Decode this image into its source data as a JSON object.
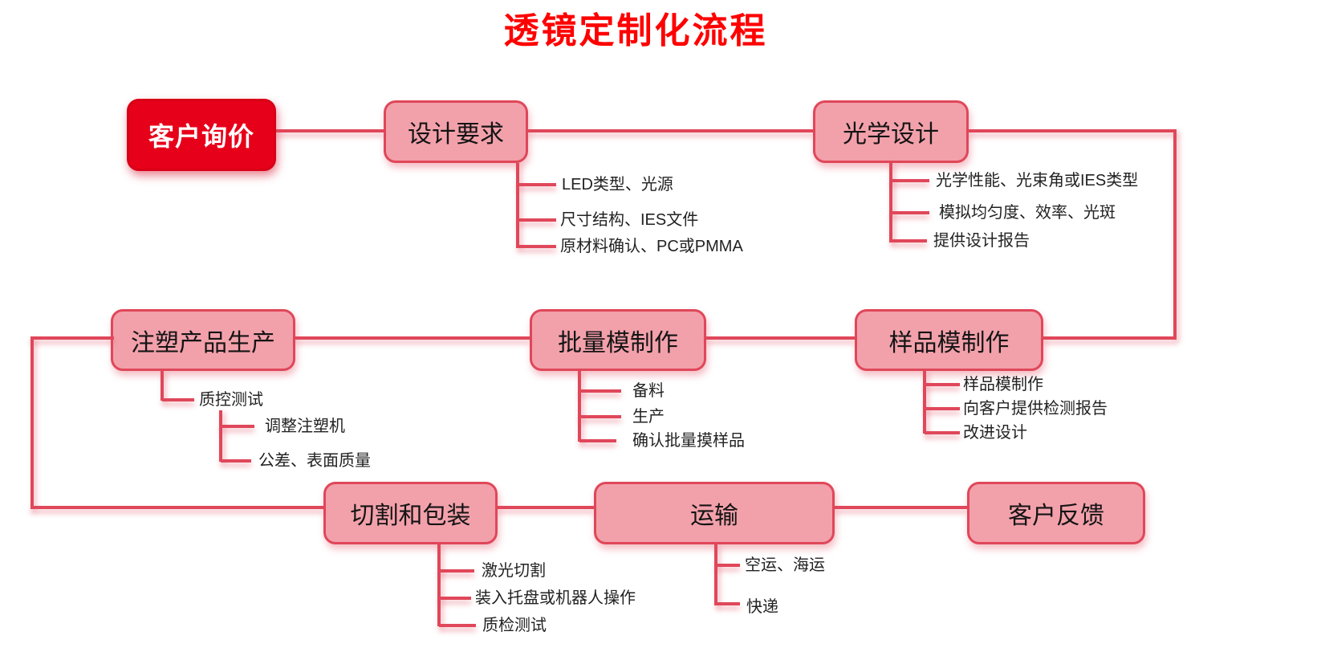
{
  "title": "透镜定制化流程",
  "colors": {
    "title_red": "#ff0000",
    "primary_node_red": "#e70019",
    "node_fill_pink": "#f2a1ab",
    "line_red": "#e0475a",
    "leaf_text": "#222222"
  },
  "nodes": [
    {
      "label": "客户询价"
    },
    {
      "label": "设计要求",
      "children": [
        "LED类型、光源",
        "尺寸结构、IES文件",
        "原材料确认、PC或PMMA"
      ]
    },
    {
      "label": "光学设计",
      "children": [
        "光学性能、光束角或IES类型",
        "模拟均匀度、效率、光斑",
        "提供设计报告"
      ]
    },
    {
      "label": "注塑产品生产",
      "children": [
        {
          "label": "质控测试",
          "children": [
            "调整注塑机",
            "公差、表面质量"
          ]
        }
      ]
    },
    {
      "label": "批量模制作",
      "children": [
        "备料",
        "生产",
        "确认批量摸样品"
      ]
    },
    {
      "label": "样品模制作",
      "children": [
        "样品模制作",
        "向客户提供检测报告",
        "改进设计"
      ]
    },
    {
      "label": "切割和包装",
      "children": [
        "激光切割",
        "装入托盘或机器人操作",
        "质检测试"
      ]
    },
    {
      "label": "运输",
      "children": [
        "空运、海运",
        "快递"
      ]
    },
    {
      "label": "客户反馈"
    }
  ]
}
